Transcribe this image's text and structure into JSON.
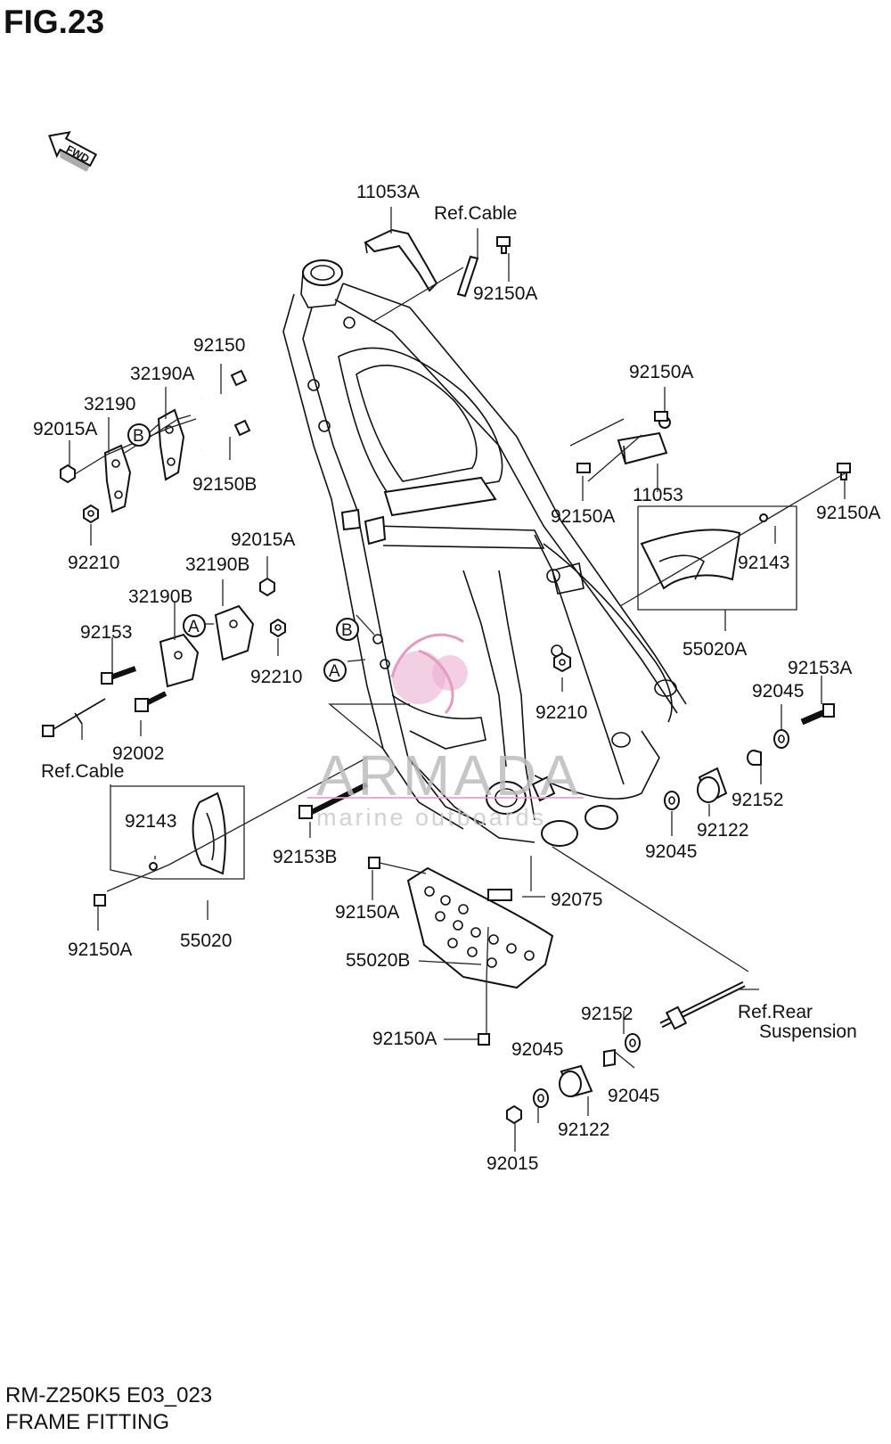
{
  "figure": {
    "title": "FIG.23",
    "model_code": "RM-Z250K5 E03_023",
    "section_name": "FRAME FITTING"
  },
  "direction_indicator": {
    "label": "FWD",
    "icon": "arrow-icon"
  },
  "watermark": {
    "brand": "ARMADA",
    "tagline": "marine outboards",
    "color": "#e8a0c8"
  },
  "callout_markers": [
    "A",
    "B"
  ],
  "part_labels": {
    "p11053A": "11053A",
    "ref_cable_top": "Ref.Cable",
    "p92150A_top": "92150A",
    "p92150": "92150",
    "p32190A": "32190A",
    "p32190": "32190",
    "p92015A_left": "92015A",
    "p92150B": "92150B",
    "p92210_left": "92210",
    "p92150A_right1": "92150A",
    "p11053": "11053",
    "p92150A_right2": "92150A",
    "p92150A_far": "92150A",
    "p92143_right": "92143",
    "p55020A": "55020A",
    "p92015A_mid": "92015A",
    "p32190B_1": "32190B",
    "p32190B_2": "32190B",
    "p92153": "92153",
    "p92210_mid": "92210",
    "p92002": "92002",
    "ref_cable_left": "Ref.Cable",
    "p92210_center": "92210",
    "p92153A": "92153A",
    "p92045_right": "92045",
    "p92152_right": "92152",
    "p92122_right": "92122",
    "p92045_right2": "92045",
    "p92143_left": "92143",
    "p55020": "55020",
    "p92150A_left": "92150A",
    "p92153B": "92153B",
    "p92150A_center": "92150A",
    "p92075": "92075",
    "p55020B": "55020B",
    "p92150A_bottom": "92150A",
    "p92152_bottom": "92152",
    "ref_rear_line1": "Ref.Rear",
    "ref_rear_line2": "Suspension",
    "p92045_bottom1": "92045",
    "p92045_bottom2": "92045",
    "p92122_bottom": "92122",
    "p92015": "92015"
  }
}
